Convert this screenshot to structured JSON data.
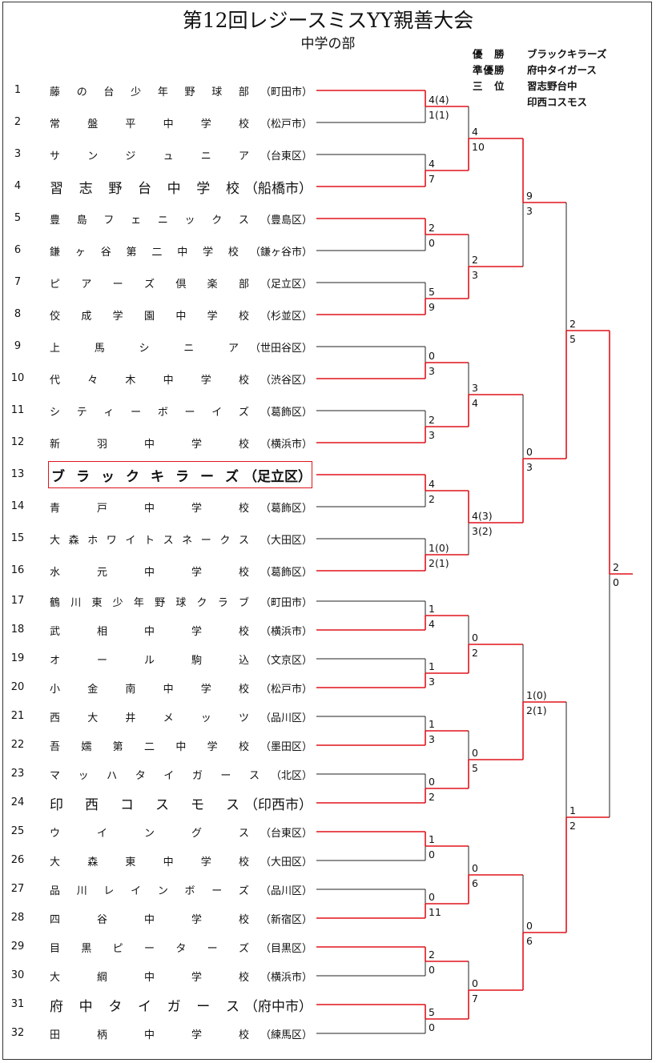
{
  "title": "第12回レジースミスYY親善大会",
  "subtitle": "中学の部",
  "results": [
    {
      "label": "優　勝",
      "team": "ブラックキラーズ"
    },
    {
      "label": "準優勝",
      "team": "府中タイガース"
    },
    {
      "label": "三　位",
      "team": "習志野台中"
    },
    {
      "label": "",
      "team": "印西コスモス"
    }
  ],
  "teams": [
    {
      "no": "1",
      "name": "藤の台少年野球部",
      "city": "（町田市）",
      "style": "small"
    },
    {
      "no": "2",
      "name": "常盤平中学校",
      "city": "（松戸市）",
      "style": "small"
    },
    {
      "no": "3",
      "name": "サンジュニア",
      "city": "（台東区）",
      "style": "small"
    },
    {
      "no": "4",
      "name": "習志野台中学校",
      "city": "（船橋市）",
      "style": "big"
    },
    {
      "no": "5",
      "name": "豊島フェニックス",
      "city": "（豊島区）",
      "style": "small"
    },
    {
      "no": "6",
      "name": "鎌ヶ谷第二中学校",
      "city": "（鎌ヶ谷市）",
      "style": "small"
    },
    {
      "no": "7",
      "name": "ピアーズ倶楽部",
      "city": "（足立区）",
      "style": "small"
    },
    {
      "no": "8",
      "name": "佼成学園中学校",
      "city": "（杉並区）",
      "style": "small"
    },
    {
      "no": "9",
      "name": "上馬シニア",
      "city": "（世田谷区）",
      "style": "small"
    },
    {
      "no": "10",
      "name": "代々木中学校",
      "city": "（渋谷区）",
      "style": "small"
    },
    {
      "no": "11",
      "name": "シティーボーイズ",
      "city": "（葛飾区）",
      "style": "small"
    },
    {
      "no": "12",
      "name": "新羽中学校",
      "city": "（横浜市）",
      "style": "small"
    },
    {
      "no": "13",
      "name": "ブラックキラーズ",
      "city": "（足立区）",
      "style": "boxed"
    },
    {
      "no": "14",
      "name": "青戸中学校",
      "city": "（葛飾区）",
      "style": "small"
    },
    {
      "no": "15",
      "name": "大森ホワイトスネークス",
      "city": "（大田区）",
      "style": "small"
    },
    {
      "no": "16",
      "name": "水元中学校",
      "city": "（葛飾区）",
      "style": "small"
    },
    {
      "no": "17",
      "name": "鶴川東少年野球クラブ",
      "city": "（町田市）",
      "style": "small"
    },
    {
      "no": "18",
      "name": "武相中学校",
      "city": "（横浜市）",
      "style": "small"
    },
    {
      "no": "19",
      "name": "オール駒込",
      "city": "（文京区）",
      "style": "small"
    },
    {
      "no": "20",
      "name": "小金南中学校",
      "city": "（松戸市）",
      "style": "small"
    },
    {
      "no": "21",
      "name": "西大井メッツ",
      "city": "（品川区）",
      "style": "small"
    },
    {
      "no": "22",
      "name": "吾嬬第二中学校",
      "city": "（墨田区）",
      "style": "small"
    },
    {
      "no": "23",
      "name": "マッハタイガース",
      "city": "（北区）",
      "style": "small"
    },
    {
      "no": "24",
      "name": "印西コスモス",
      "city": "（印西市）",
      "style": "big"
    },
    {
      "no": "25",
      "name": "ウイングス",
      "city": "（台東区）",
      "style": "small"
    },
    {
      "no": "26",
      "name": "大森東中学校",
      "city": "（大田区）",
      "style": "small"
    },
    {
      "no": "27",
      "name": "品川レインボーズ",
      "city": "（品川区）",
      "style": "small"
    },
    {
      "no": "28",
      "name": "四谷中学校",
      "city": "（新宿区）",
      "style": "small"
    },
    {
      "no": "29",
      "name": "目黒ピーターズ",
      "city": "（目黒区）",
      "style": "small"
    },
    {
      "no": "30",
      "name": "大綱中学校",
      "city": "（横浜市）",
      "style": "small"
    },
    {
      "no": "31",
      "name": "府中タイガース",
      "city": "（府中市）",
      "style": "big"
    },
    {
      "no": "32",
      "name": "田柄中学校",
      "city": "（練馬区）",
      "style": "small"
    }
  ],
  "bracket": {
    "round1": [
      {
        "top": "4(4)",
        "bottom": "1(1)",
        "winner": "top"
      },
      {
        "top": "4",
        "bottom": "7",
        "winner": "bottom"
      },
      {
        "top": "2",
        "bottom": "0",
        "winner": "top"
      },
      {
        "top": "5",
        "bottom": "9",
        "winner": "bottom"
      },
      {
        "top": "0",
        "bottom": "3",
        "winner": "bottom"
      },
      {
        "top": "2",
        "bottom": "3",
        "winner": "bottom"
      },
      {
        "top": "4",
        "bottom": "2",
        "winner": "top"
      },
      {
        "top": "1(0)",
        "bottom": "2(1)",
        "winner": "bottom"
      },
      {
        "top": "1",
        "bottom": "4",
        "winner": "bottom"
      },
      {
        "top": "1",
        "bottom": "3",
        "winner": "bottom"
      },
      {
        "top": "1",
        "bottom": "3",
        "winner": "bottom"
      },
      {
        "top": "0",
        "bottom": "2",
        "winner": "bottom"
      },
      {
        "top": "1",
        "bottom": "0",
        "winner": "top"
      },
      {
        "top": "0",
        "bottom": "11",
        "winner": "bottom"
      },
      {
        "top": "2",
        "bottom": "0",
        "winner": "top"
      },
      {
        "top": "5",
        "bottom": "0",
        "winner": "top"
      }
    ],
    "round2": [
      {
        "top": "4",
        "bottom": "10",
        "winner": "bottom"
      },
      {
        "top": "2",
        "bottom": "3",
        "winner": "bottom"
      },
      {
        "top": "3",
        "bottom": "4",
        "winner": "bottom"
      },
      {
        "top": "4(3)",
        "bottom": "3(2)",
        "winner": "top"
      },
      {
        "top": "0",
        "bottom": "2",
        "winner": "bottom"
      },
      {
        "top": "0",
        "bottom": "5",
        "winner": "bottom"
      },
      {
        "top": "0",
        "bottom": "6",
        "winner": "bottom"
      },
      {
        "top": "0",
        "bottom": "7",
        "winner": "bottom"
      }
    ],
    "round3": [
      {
        "top": "9",
        "bottom": "3",
        "winner": "top"
      },
      {
        "top": "0",
        "bottom": "3",
        "winner": "bottom"
      },
      {
        "top": "1(0)",
        "bottom": "2(1)",
        "winner": "bottom"
      },
      {
        "top": "0",
        "bottom": "6",
        "winner": "bottom"
      }
    ],
    "round4": [
      {
        "top": "2",
        "bottom": "5",
        "winner": "bottom"
      },
      {
        "top": "1",
        "bottom": "2",
        "winner": "bottom"
      }
    ],
    "final": [
      {
        "top": "2",
        "bottom": "0",
        "winner": "top"
      }
    ]
  },
  "colors": {
    "win": "#e0141c",
    "line": "#222222"
  }
}
